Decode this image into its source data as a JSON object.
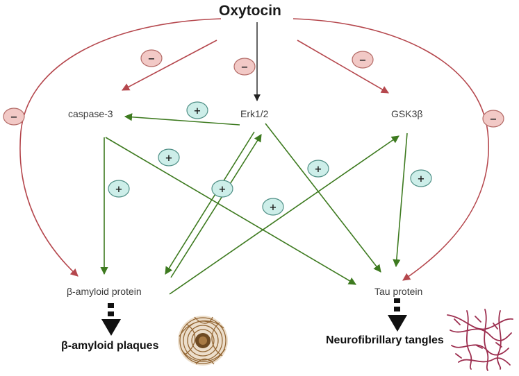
{
  "title": "Oxytocin",
  "nodes": {
    "caspase": "caspase-3",
    "erk": "Erk1/2",
    "gsk": "GSK3β",
    "amyloid_protein": "β-amyloid protein",
    "tau_protein": "Tau protein"
  },
  "outcomes": {
    "plaques": "β-amyloid plaques",
    "tangles": "Neurofibrillary tangles"
  },
  "signs": {
    "inhibit": "−",
    "activate": "+"
  },
  "colors": {
    "inhibit_line": "#b5474d",
    "inhibit_badge_fill": "#f2c9c6",
    "inhibit_badge_stroke": "#b36a66",
    "activate_line": "#3d7a1f",
    "activate_badge_fill": "#cdeee9",
    "activate_badge_stroke": "#4f8f86",
    "neutral_line": "#222222"
  },
  "icons": {
    "plaque": "amyloid-plaque-illustration",
    "tangle": "neurofibrillary-tangle-illustration"
  }
}
